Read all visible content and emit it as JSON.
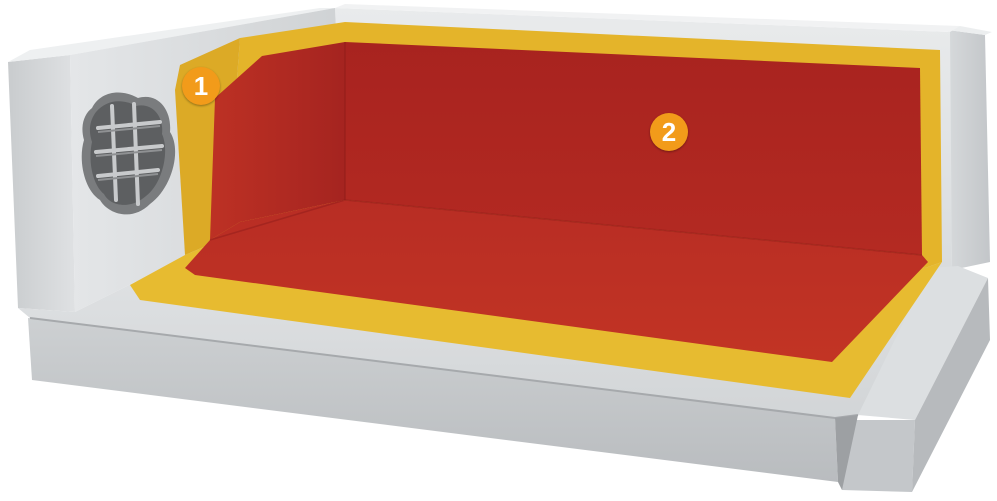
{
  "markers": [
    {
      "label": "1",
      "layer": "yellow-layer"
    },
    {
      "label": "2",
      "layer": "red-layer"
    }
  ],
  "colors": {
    "marker": "#f29b1a",
    "yellow_layer": "#e7b72a",
    "red_layer": "#b32a22",
    "concrete": "#d4d7da"
  }
}
